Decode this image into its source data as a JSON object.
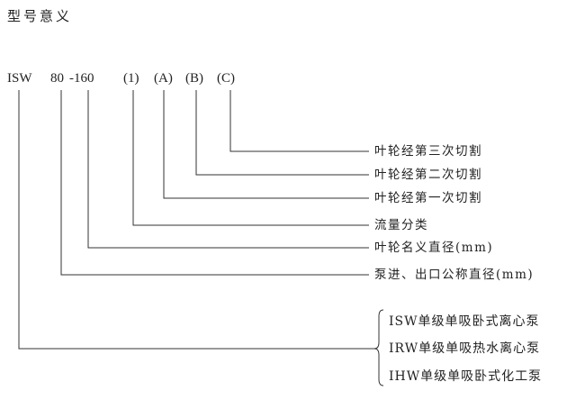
{
  "title": "型号意义",
  "code_parts": {
    "prefix": "ISW",
    "diameter": "80",
    "dash_impeller": "-160",
    "cut1": "(1)",
    "cutA": "(A)",
    "cutB": "(B)",
    "cutC": "(C)"
  },
  "labels": {
    "cutC": "叶轮经第三次切割",
    "cutB": "叶轮经第二次切割",
    "cutA": "叶轮经第一次切割",
    "cut1": "流量分类",
    "impeller": "叶轮名义直径(mm)",
    "diameter": "泵进、出口公称直径(mm)"
  },
  "series": [
    "ISW单级单吸卧式离心泵",
    "IRW单级单吸热水离心泵",
    "IHW单级单吸卧式化工泵"
  ]
}
